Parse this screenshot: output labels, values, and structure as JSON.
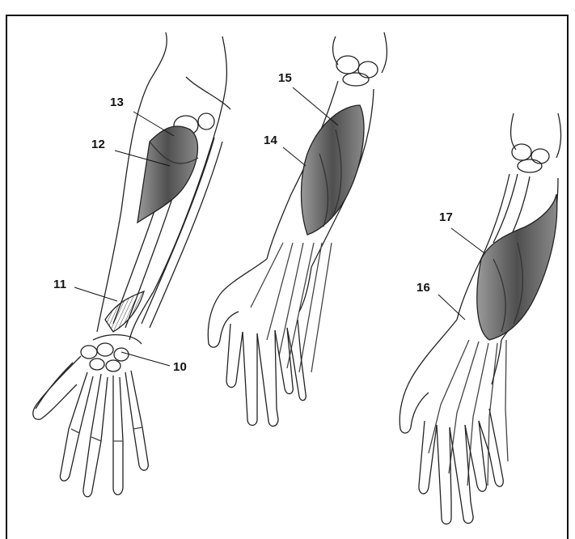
{
  "labels": {
    "l10": "10",
    "l11": "11",
    "l12": "12",
    "l13": "13",
    "l14": "14",
    "l15": "15",
    "l16": "16",
    "l17": "17"
  },
  "colors": {
    "ink": "#111111",
    "muscle": "#6b6b6b",
    "paper": "#ffffff"
  }
}
